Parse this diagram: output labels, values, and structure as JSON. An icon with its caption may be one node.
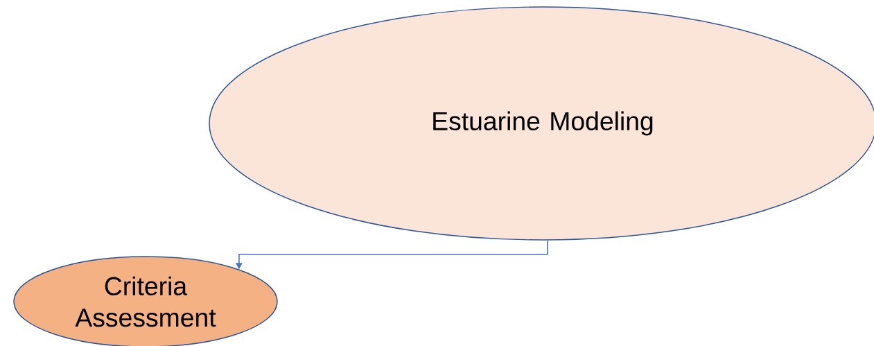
{
  "diagram": {
    "nodes": [
      {
        "text": [
          "Estuarine Modeling"
        ]
      },
      {
        "text": [
          "Criteria Assessment"
        ]
      }
    ],
    "edges": [
      {
        "from": 0,
        "to": 1,
        "arrow": "to"
      }
    ]
  }
}
